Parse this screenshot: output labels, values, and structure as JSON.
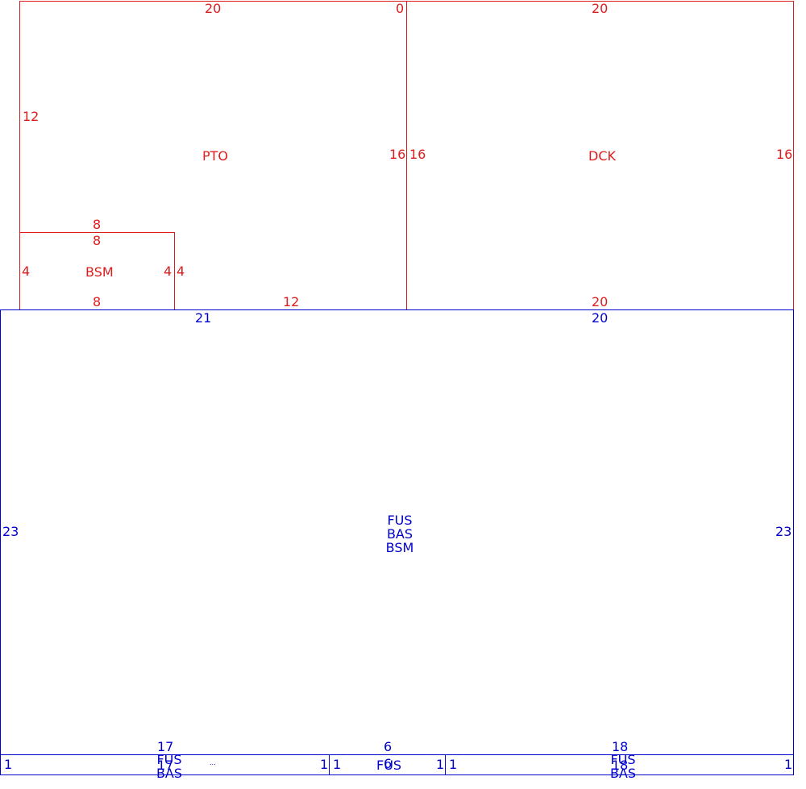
{
  "colors": {
    "upper": "#dd1c1c",
    "lower": "#0000cc"
  },
  "rooms": {
    "pto": {
      "name": "PTO",
      "top": "20",
      "corner": "0",
      "left_side": "12",
      "right_side": "16",
      "bottom": "12"
    },
    "dck": {
      "name": "DCK",
      "top": "20",
      "left_side": "16",
      "right_side": "16",
      "bottom": "20"
    },
    "bsm_upper": {
      "name": "BSM",
      "top_outer": "8",
      "top": "8",
      "left_side": "4",
      "right_side": "4",
      "right_outer": "4",
      "bottom": "8"
    },
    "main": {
      "names": [
        "FUS",
        "BAS",
        "BSM"
      ],
      "top_left": "21",
      "top_right": "20",
      "left_side": "23",
      "right_side": "23"
    },
    "strip_a": {
      "top": "17",
      "names": [
        "FUS",
        "BAS"
      ],
      "overlap": "17",
      "left_side": "1",
      "right_side": "1",
      "note": "..."
    },
    "strip_b": {
      "top": "6",
      "name": "FUS",
      "overlap": "6",
      "left_side": "1",
      "right_side": "1"
    },
    "strip_c": {
      "top": "18",
      "names": [
        "FUS",
        "BAS"
      ],
      "overlap": "18",
      "left_side": "1",
      "right_side": "1"
    }
  }
}
